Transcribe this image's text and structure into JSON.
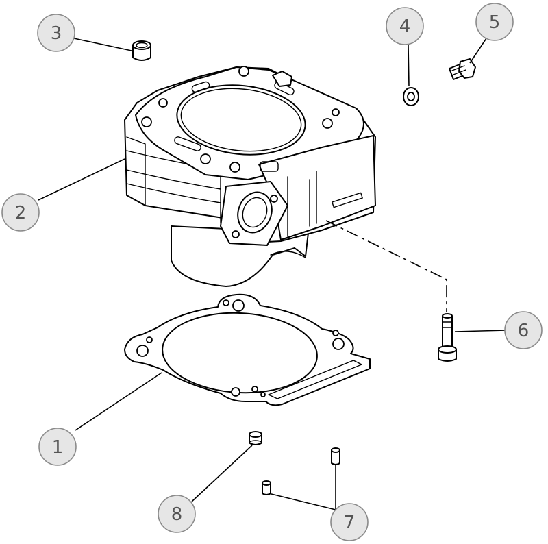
{
  "diagram": {
    "callouts": [
      {
        "id": "callout-1",
        "number": "1",
        "part": "cylinder-base-gasket"
      },
      {
        "id": "callout-2",
        "number": "2",
        "part": "cylinder"
      },
      {
        "id": "callout-3",
        "number": "3",
        "part": "dowel-sleeve"
      },
      {
        "id": "callout-4",
        "number": "4",
        "part": "sealing-washer"
      },
      {
        "id": "callout-5",
        "number": "5",
        "part": "screw-plug"
      },
      {
        "id": "callout-6",
        "number": "6",
        "part": "cylinder-screw"
      },
      {
        "id": "callout-7",
        "number": "7",
        "part": "dowel-pins"
      },
      {
        "id": "callout-8",
        "number": "8",
        "part": "jet-plug"
      }
    ],
    "colors": {
      "line": "#000000",
      "callout_fill": "#e6e6e6",
      "callout_stroke": "#8a8a8a",
      "callout_text": "#555555"
    }
  }
}
